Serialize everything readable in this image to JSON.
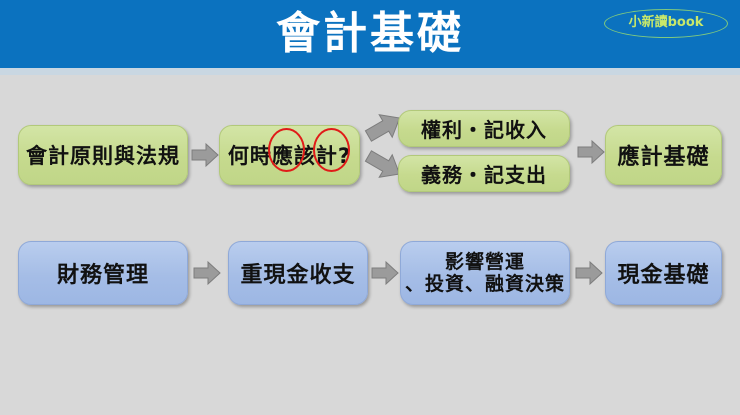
{
  "header": {
    "title": "會計基礎",
    "logo_text": "小新讀book",
    "bar_color": "#0b72bf",
    "title_color": "#ffffff",
    "logo_text_color": "#c8e86a",
    "logo_border_color": "#7fc97f"
  },
  "canvas": {
    "background_color": "#d8d8d8"
  },
  "diagram": {
    "row1": {
      "accent_color": "#c6da8e",
      "boxes": [
        {
          "label": "會計原則與法規"
        },
        {
          "label": "何時應該計?"
        },
        {
          "label": "權利・記收入"
        },
        {
          "label": "義務・記支出"
        },
        {
          "label": "應計基礎"
        }
      ]
    },
    "row2": {
      "accent_color": "#a5bde6",
      "boxes": [
        {
          "label": "財務管理"
        },
        {
          "label": "重現金收支"
        },
        {
          "label": "影響營運\n、投資、融資決策"
        },
        {
          "label": "現金基礎"
        }
      ]
    },
    "annotations": {
      "circle_color": "#e01b18",
      "circled_characters": [
        "應",
        "計"
      ]
    },
    "arrow_color": "#808080"
  }
}
